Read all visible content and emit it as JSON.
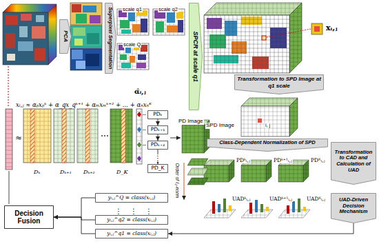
{
  "diagram": {
    "nodes": [
      {
        "text": [
          "PCA"
        ]
      },
      {
        "text": [
          "Superpixel Segmentation"
        ]
      },
      {
        "text": [
          "SPCR at scale q1"
        ]
      },
      {
        "text": [
          "Transformation to SPD Image at q1 scale"
        ]
      },
      {
        "text": [
          "Class-Dependent Normalization of SPD"
        ]
      },
      {
        "text": [
          "Transformation to CAD and Calculation of UAD"
        ]
      },
      {
        "text": [
          "UAD-Driven Decision Mechanism"
        ]
      },
      {
        "text": [
          "PDₖ"
        ]
      },
      {
        "text": [
          "PDₖ₊₁"
        ]
      },
      {
        "text": [
          "PDₖ₊₂"
        ]
      },
      {
        "text": [
          "PD_K"
        ]
      },
      {
        "text": [
          "yᵢ,ⱼ^Q = class(xᵢ,ⱼ)"
        ]
      },
      {
        "text": [
          "yᵢ,ⱼ^q2 = class(xᵢ,ⱼ)"
        ]
      },
      {
        "text": [
          "yᵢ,ⱼ^q1 = class(xᵢ,ⱼ)"
        ]
      },
      {
        "text": [
          "Decision Fusion"
        ]
      }
    ],
    "edges": [
      {
        "from": 7,
        "to": 8,
        "arrow": "to"
      },
      {
        "from": 8,
        "to": 9,
        "arrow": "to"
      },
      {
        "from": 9,
        "to": 10,
        "arrow": "to"
      },
      {
        "from": 11,
        "to": 14,
        "arrow": "to"
      },
      {
        "from": 12,
        "to": 14,
        "arrow": "to"
      },
      {
        "from": 13,
        "to": 14,
        "arrow": "to"
      },
      {
        "from": 6,
        "to": 13,
        "arrow": "to"
      }
    ],
    "labels": [
      "scale q1",
      "scale q2",
      "scale Q",
      "xᵢ,ⱼ",
      "SPD Image",
      "i, j",
      "PDᵏᵢ,ⱼ",
      "PDᵏ⁺¹ᵢ,ⱼ",
      "PDᴷᵢ,ⱼ",
      "UADᵏᵢ,ⱼ",
      "UADᵏ⁺¹ᵢ,ⱼ",
      "UADᴷᵢ,ⱼ",
      "xᵢ,ⱼ ≈ αₚxₚᵏ + α_qx_qᵏ⁺¹ + αₘxₘᵏ⁺² + ... + αₙxₙᴷ",
      "≈",
      "Dₖ",
      "Dₖ₊₁",
      "Dₖ₊₂",
      "D_K",
      "α̂ᵢ,ⱼ",
      "Order of ℓ₂-norm",
      "PD Image",
      "⋮",
      "⋮",
      "⋮",
      "⋮"
    ]
  }
}
